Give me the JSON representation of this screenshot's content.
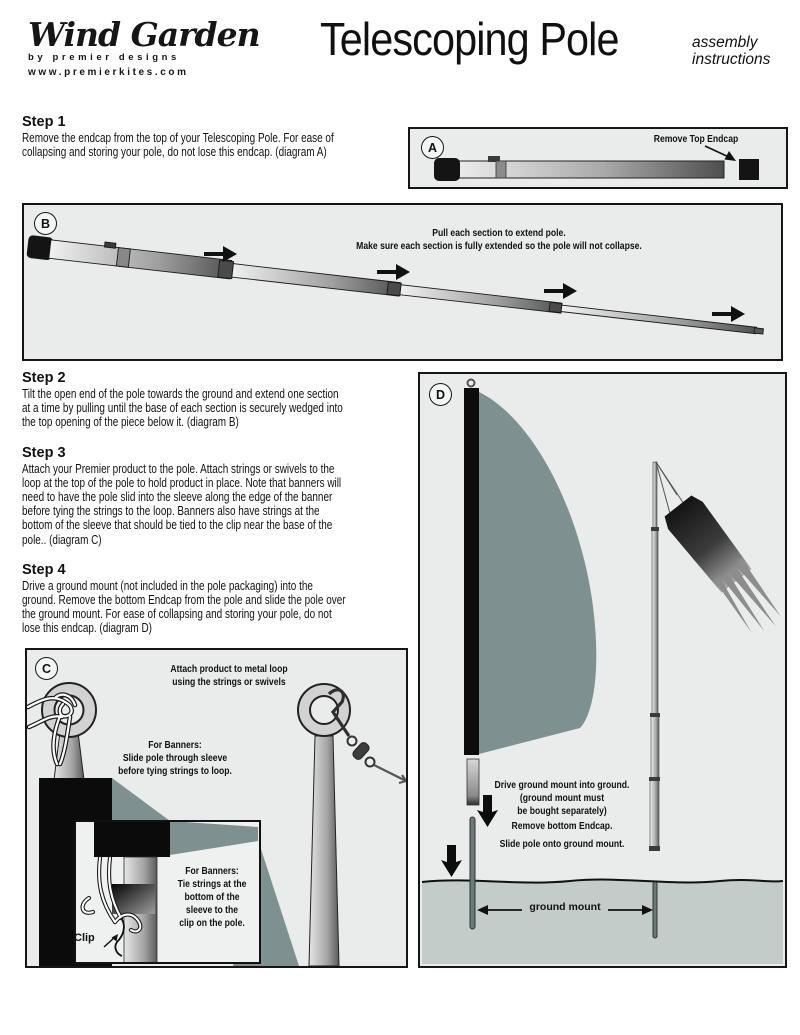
{
  "header": {
    "brand_script": "Wind Garden",
    "brand_tagline": "by premier designs",
    "brand_url": "www.premierkites.com",
    "title": "Telescoping Pole",
    "subtitle": "assembly\ninstructions"
  },
  "steps": [
    {
      "heading": "Step 1",
      "body": "Remove the endcap from the top of your Telescoping Pole.  For ease of\ncollapsing and storing your pole, do not lose this endcap.  (diagram A)"
    },
    {
      "heading": "Step 2",
      "body": "Tilt the open end of the pole towards the ground and extend one section\nat a time by pulling until the base of each section is securely wedged into\nthe top opening of the piece below it.  (diagram B)"
    },
    {
      "heading": "Step 3",
      "body": "Attach your Premier product to the pole.   Attach strings or swivels to the\nloop at the top of the pole to hold product in place.   Note that banners will\nneed to have the pole slid into the sleeve along the edge of the banner\nbefore tying the strings to the loop.  Banners also have strings at the\nbottom of the sleeve that should be tied to the clip near the base of the\npole..   (diagram C)"
    },
    {
      "heading": "Step 4",
      "body": "Drive a ground mount (not included in the pole packaging) into the\nground.  Remove the bottom Endcap from the pole and slide the pole over\nthe ground mount.   For ease of collapsing and storing your pole, do not\nlose this endcap.   (diagram D)"
    }
  ],
  "diagrams": {
    "a": {
      "label": "A",
      "callout": "Remove Top Endcap"
    },
    "b": {
      "label": "B",
      "caption": "Pull each section to extend pole.\nMake sure each section is fully extended so the pole will not collapse."
    },
    "c": {
      "label": "C",
      "note_top": "Attach product to metal loop\nusing the strings or swivels",
      "note_mid": "For Banners:\nSlide pole through sleeve\nbefore tying strings to loop.",
      "note_inset": "For Banners:\nTie strings at the\nbottom of the\nsleeve to the\nclip on the pole.",
      "clip": "Clip"
    },
    "d": {
      "label": "D",
      "note1": "Drive ground mount into ground.\n(ground mount must\nbe bought separately)",
      "note2": "Remove bottom Endcap.",
      "note3": "Slide pole onto ground mount.",
      "ground": "ground mount"
    }
  },
  "colors": {
    "sage": "#7e908f",
    "diagram_bg": "#e9eceb",
    "ground": "#c3ccc8",
    "ink": "#161616"
  }
}
